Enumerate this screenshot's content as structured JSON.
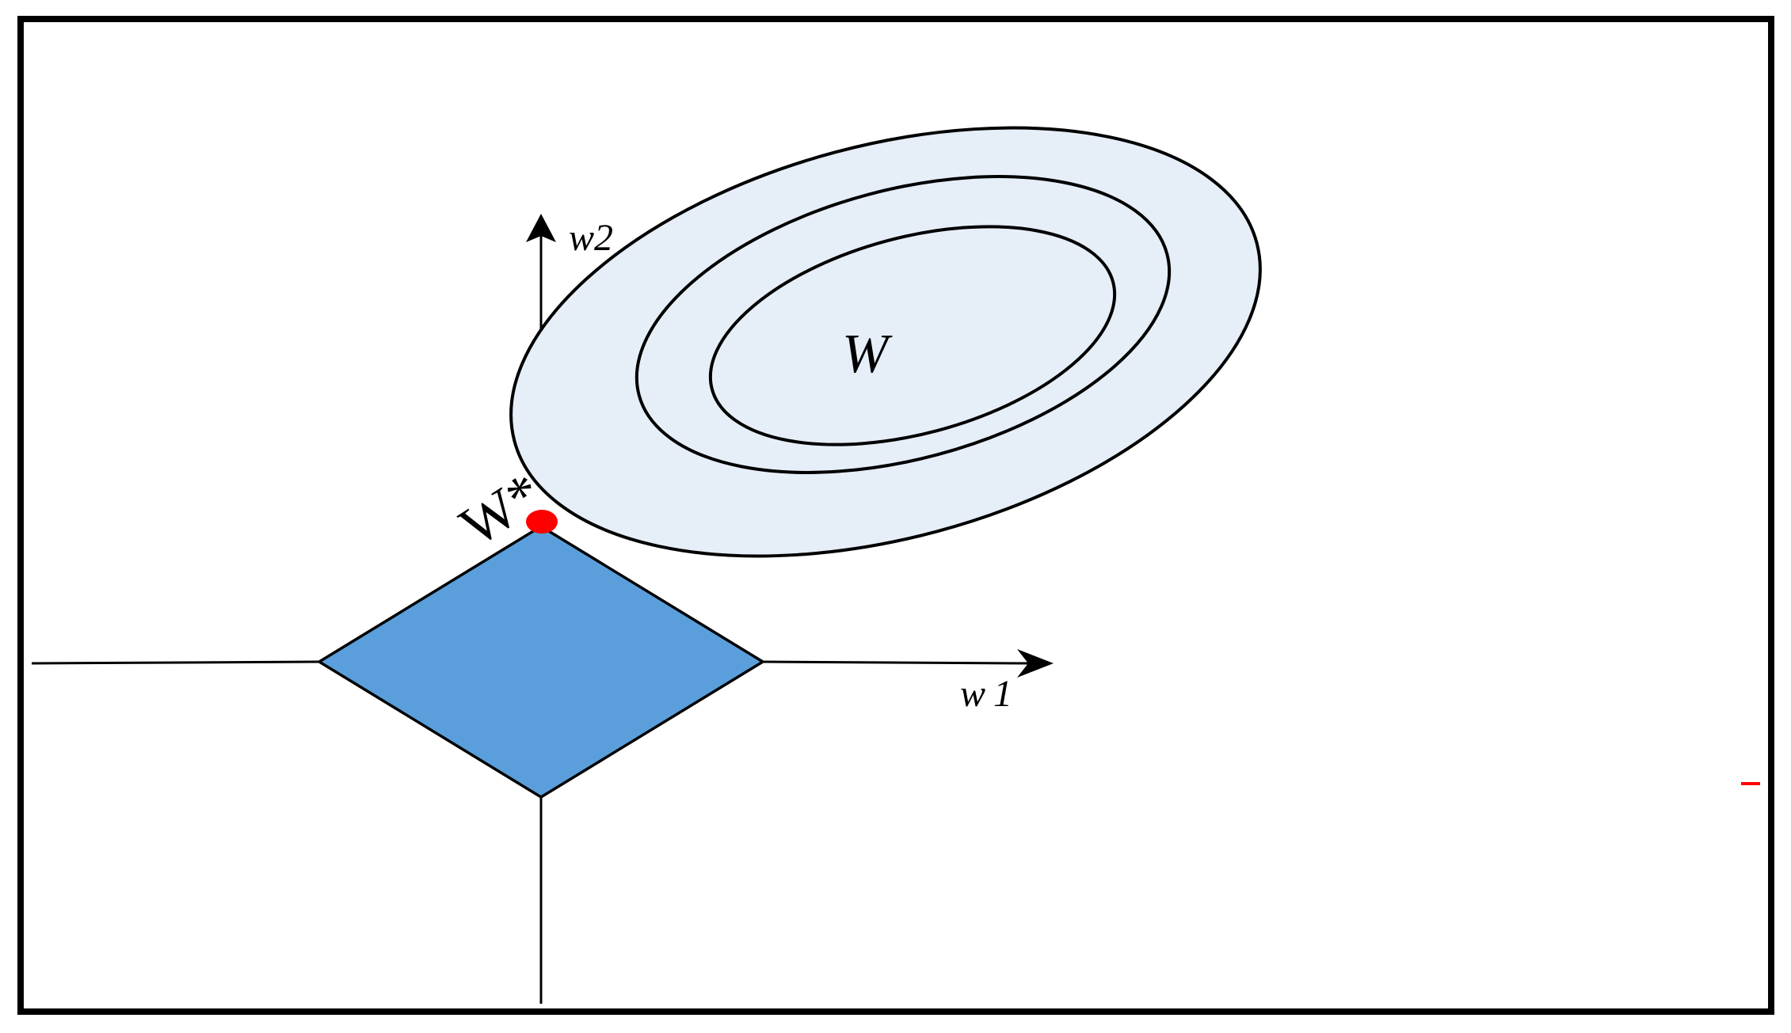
{
  "labels": {
    "w2_axis": "w2",
    "w1_axis": "w1",
    "contour_center": "W",
    "optimum": "W*"
  },
  "colors": {
    "diamond_fill": "#5a9fdb",
    "contour_fill": "#e6eef7",
    "optimum_point": "#ff0000",
    "stroke": "#000000"
  }
}
